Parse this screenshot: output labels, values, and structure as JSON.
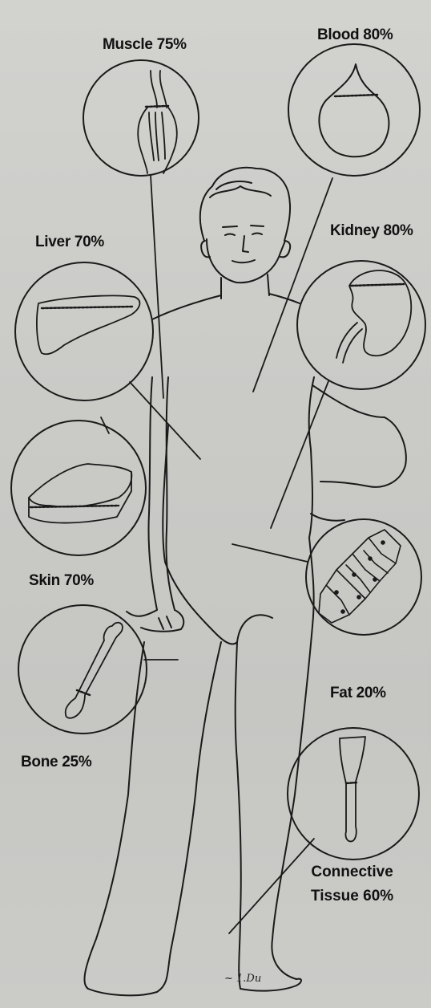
{
  "tissues": {
    "muscle": "Muscle 75%",
    "blood": "Blood 80%",
    "liver": "Liver 70%",
    "kidney": "Kidney 80%",
    "skin": "Skin 70%",
    "fat": "Fat 20%",
    "bone": "Bone 25%",
    "connective_line1": "Connective",
    "connective_line2": "Tissue 60%"
  },
  "signature": "~ 1.Du",
  "colors": {
    "background": "#cacac7",
    "ink": "#111111"
  }
}
